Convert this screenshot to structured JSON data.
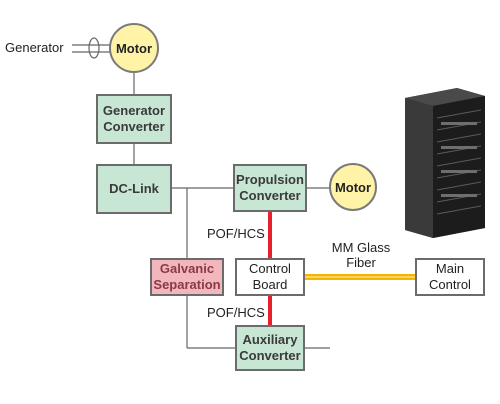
{
  "diagram": {
    "generator_label": "Generator",
    "motor_top": "Motor",
    "motor_right": "Motor",
    "generator_converter": [
      "Generator",
      "Converter"
    ],
    "dc_link": "DC-Link",
    "propulsion_converter": [
      "Propulsion",
      "Converter"
    ],
    "galvanic_separation": [
      "Galvanic",
      "Separation"
    ],
    "control_board": [
      "Control",
      "Board"
    ],
    "auxiliary_converter": [
      "Auxiliary",
      "Converter"
    ],
    "main_control": [
      "Main",
      "Control"
    ],
    "pof_hcs_upper": "POF/HCS",
    "pof_hcs_lower": "POF/HCS",
    "mm_glass_fiber": [
      "MM Glass",
      "Fiber"
    ]
  },
  "colors": {
    "converter_fill": "#c8e6d4",
    "separation_fill": "#f2b7bd",
    "motor_fill": "#fff3a8",
    "pof_link": "#e8202a",
    "glass_fiber": "#f4b400"
  }
}
